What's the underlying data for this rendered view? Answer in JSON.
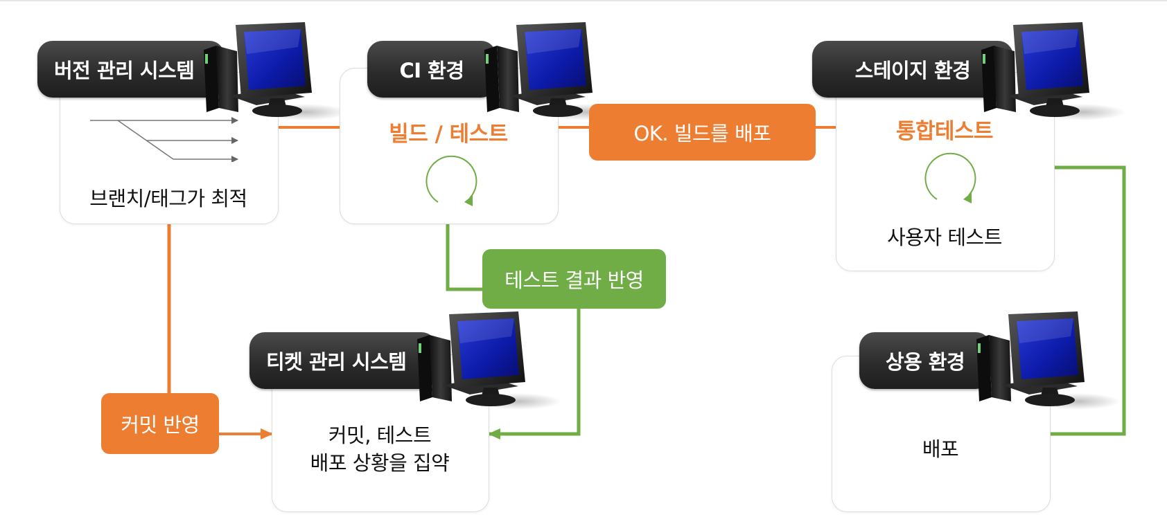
{
  "nodes": {
    "vcs": {
      "title": "버전 관리 시스템",
      "desc": "브랜치/태그가 최적"
    },
    "ci": {
      "title": "CI 환경",
      "action": "빌드 / 테스트"
    },
    "stage": {
      "title": "스테이지 환경",
      "action": "통합테스트",
      "desc": "사용자 테스트"
    },
    "ticket": {
      "title": "티켓 관리 시스템",
      "desc_line1": "커밋, 테스트",
      "desc_line2": "배포 상황을 집약"
    },
    "prod": {
      "title": "상용 환경",
      "desc": "배포"
    }
  },
  "labels": {
    "deploy_build": "OK. 빌드를 배포",
    "test_result": "테스트 결과 반영",
    "commit_reflect": "커밋 반영"
  },
  "colors": {
    "orange": "#ed7d31",
    "green": "#70ad47",
    "header": "#2c2c2c"
  }
}
